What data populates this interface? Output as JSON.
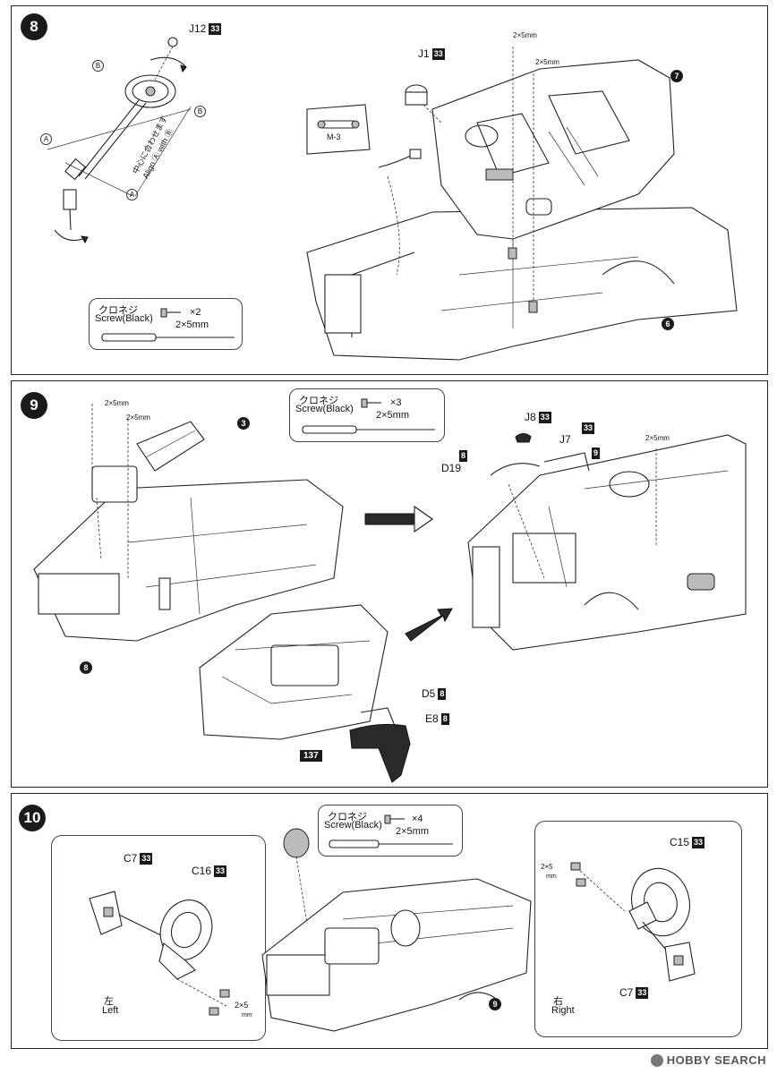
{
  "steps": {
    "s8": {
      "number": "8",
      "parts": {
        "j12": {
          "name": "J12",
          "sprue": "33"
        },
        "j1": {
          "name": "J1",
          "sprue": "33"
        }
      },
      "screw_size_a": "2×5mm",
      "screw_size_b": "2×5mm",
      "align_jp": "中心に合わせます",
      "align_en": "Align Ⓐ with Ⓑ",
      "marker_a": "A",
      "marker_b": "B",
      "decal": "M-3",
      "callout_7": "7",
      "callout_6": "6",
      "screw_box": {
        "jp": "クロネジ",
        "en": "Screw(Black)",
        "count": "×2",
        "size": "2×5mm"
      }
    },
    "s9": {
      "number": "9",
      "screw_box": {
        "jp": "クロネジ",
        "en": "Screw(Black)",
        "count": "×3",
        "size": "2×5mm"
      },
      "screw_size_a": "2×5mm",
      "screw_size_b": "2×5mm",
      "screw_size_c": "2×5mm",
      "callout_3": "3",
      "callout_8": "8",
      "parts": {
        "j8": {
          "name": "J8",
          "sprue": "33"
        },
        "j7": {
          "name": "J7",
          "sprue": "33"
        },
        "j7_b": {
          "sprue": "9"
        },
        "d19": {
          "name": "D19",
          "sprue": "8"
        },
        "d5": {
          "name": "D5",
          "sprue": "8"
        },
        "e8": {
          "name": "E8",
          "sprue": "8"
        },
        "p137": {
          "name": "137"
        }
      }
    },
    "s10": {
      "number": "10",
      "screw_box": {
        "jp": "クロネジ",
        "en": "Screw(Black)",
        "count": "×4",
        "size": "2×5mm"
      },
      "left": {
        "c7": {
          "name": "C7",
          "sprue": "33"
        },
        "c16": {
          "name": "C16",
          "sprue": "33"
        },
        "jp": "左",
        "en": "Left",
        "screw_size": "2×5",
        "screw_unit": "mm"
      },
      "right": {
        "c15": {
          "name": "C15",
          "sprue": "33"
        },
        "c7": {
          "name": "C7",
          "sprue": "33"
        },
        "jp": "右",
        "en": "Right",
        "screw_size": "2×5",
        "screw_unit": "mm"
      },
      "callout_9": "9"
    }
  },
  "watermark": {
    "text": "HOBBY SEARCH"
  }
}
